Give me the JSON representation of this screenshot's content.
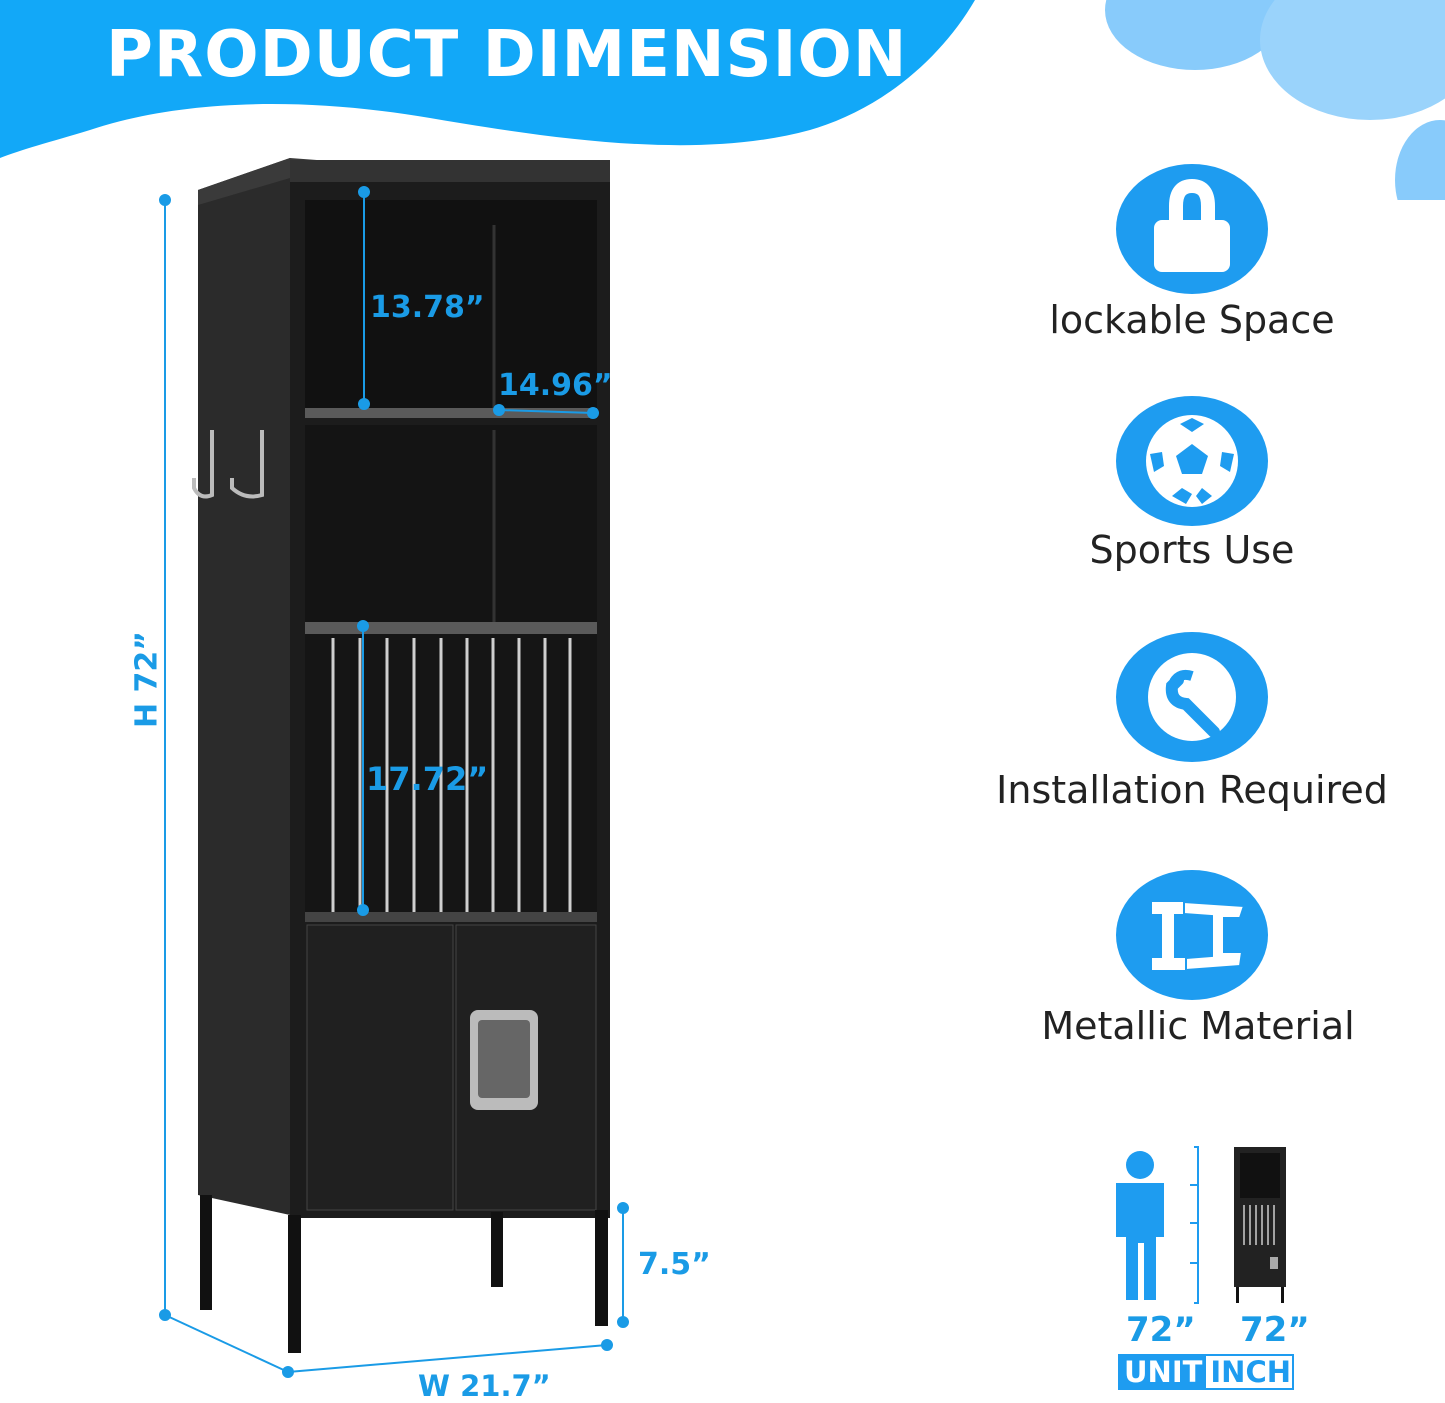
{
  "header": {
    "title": "PRODUCT DIMENSION",
    "accent_color": "#12a8f8",
    "bubble_color": "#88cbfb"
  },
  "dimensions": {
    "height": "H 72”",
    "width": "W 21.7”",
    "top_shelf_height": "13.78”",
    "shelf_width": "14.96”",
    "rack_height": "17.72”",
    "leg_height": "7.5”",
    "dimension_color": "#1a9be6"
  },
  "features": [
    {
      "icon": "lock-icon",
      "label": "lockable Space"
    },
    {
      "icon": "soccer-ball-icon",
      "label": "Sports Use"
    },
    {
      "icon": "wrench-icon",
      "label": "Installation Required"
    },
    {
      "icon": "i-beam-icon",
      "label": "Metallic Material"
    }
  ],
  "scale_comparison": {
    "person_height": "72”",
    "cabinet_height": "72”",
    "unit_label": "UNIT",
    "unit_value": "INCH"
  }
}
